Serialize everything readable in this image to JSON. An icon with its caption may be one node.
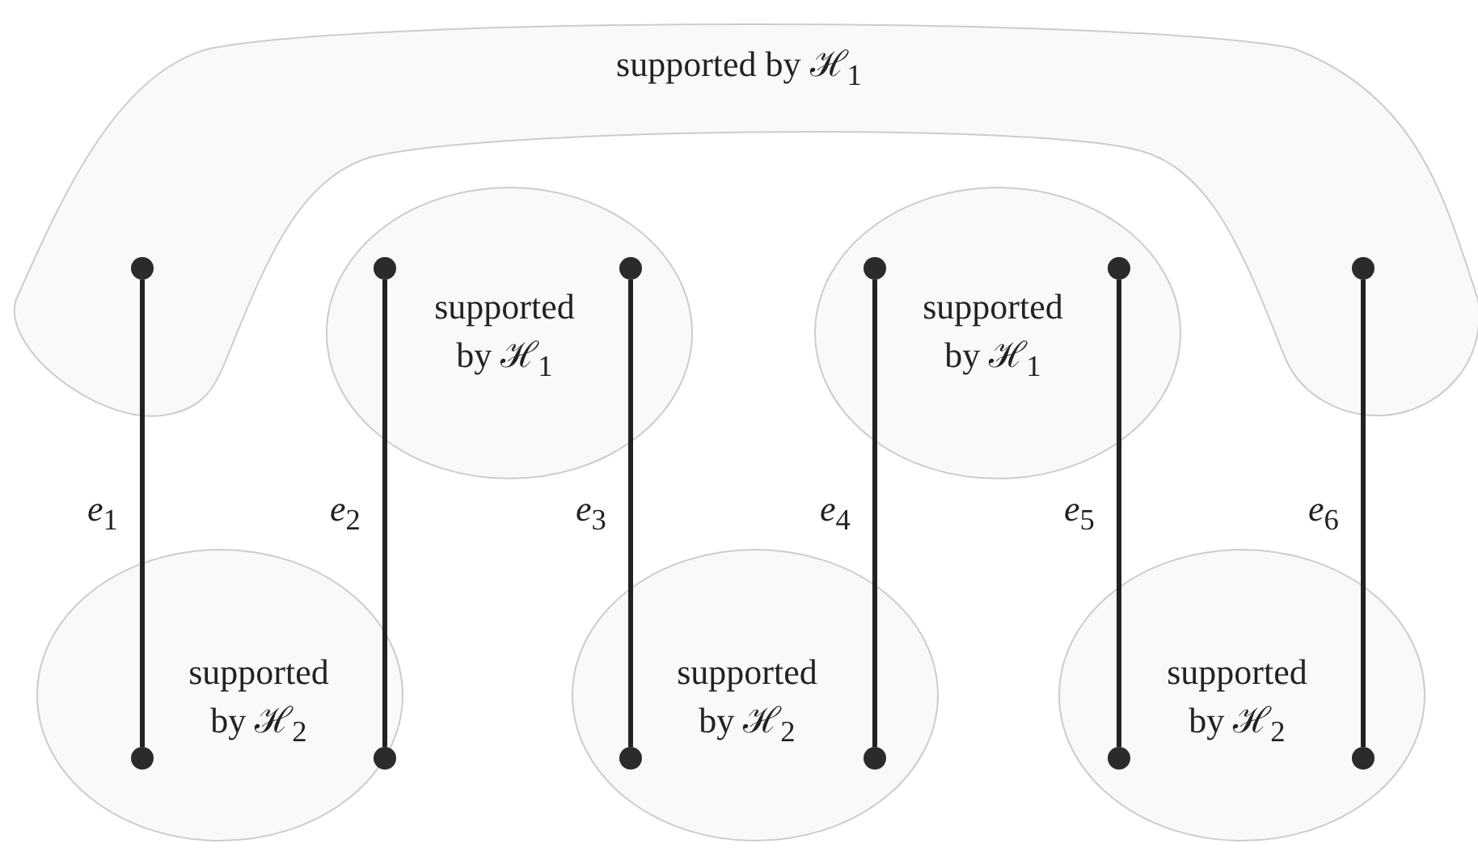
{
  "diagram": {
    "nodes": [
      {
        "text": [
          "supported by ℋ$_{1}$"
        ]
      },
      {
        "text": [],
        "shape": "circle",
        "in": 0
      },
      {
        "text": [
          "supported by ℋ$_{1}$"
        ]
      },
      {
        "text": [],
        "shape": "circle",
        "in": 2
      },
      {
        "text": [],
        "shape": "circle",
        "in": 2
      },
      {
        "text": [
          "supported by ℋ$_{1}$"
        ]
      },
      {
        "text": [],
        "shape": "circle",
        "in": 5
      },
      {
        "text": [],
        "shape": "circle",
        "in": 5
      },
      {
        "text": [],
        "shape": "circle",
        "in": 0
      },
      {
        "text": [
          "supported by ℋ$_{2}$"
        ]
      },
      {
        "text": [],
        "shape": "circle",
        "in": 9
      },
      {
        "text": [],
        "shape": "circle"
      },
      {
        "text": [
          "supported by ℋ$_{2}$"
        ]
      },
      {
        "text": [],
        "shape": "circle",
        "in": 12
      },
      {
        "text": [],
        "shape": "circle",
        "in": 12
      },
      {
        "text": [
          "supported by ℋ$_{2}$"
        ]
      },
      {
        "text": [],
        "shape": "circle",
        "in": 15
      },
      {
        "text": [],
        "shape": "circle",
        "in": 15
      }
    ],
    "edges": [
      {
        "from": 1,
        "to": 10,
        "arrow": "none",
        "label": "*e*$_{1}$"
      },
      {
        "from": 3,
        "to": 11,
        "arrow": "none",
        "label": "*e*$_{2}$"
      },
      {
        "from": 4,
        "to": 13,
        "arrow": "none",
        "label": "*e*$_{3}$"
      },
      {
        "from": 6,
        "to": 14,
        "arrow": "none",
        "label": "*e*$_{4}$"
      },
      {
        "from": 7,
        "to": 16,
        "arrow": "none",
        "label": "*e*$_{5}$"
      },
      {
        "from": 8,
        "to": 17,
        "arrow": "none",
        "label": "*e*$_{6}$"
      }
    ]
  }
}
